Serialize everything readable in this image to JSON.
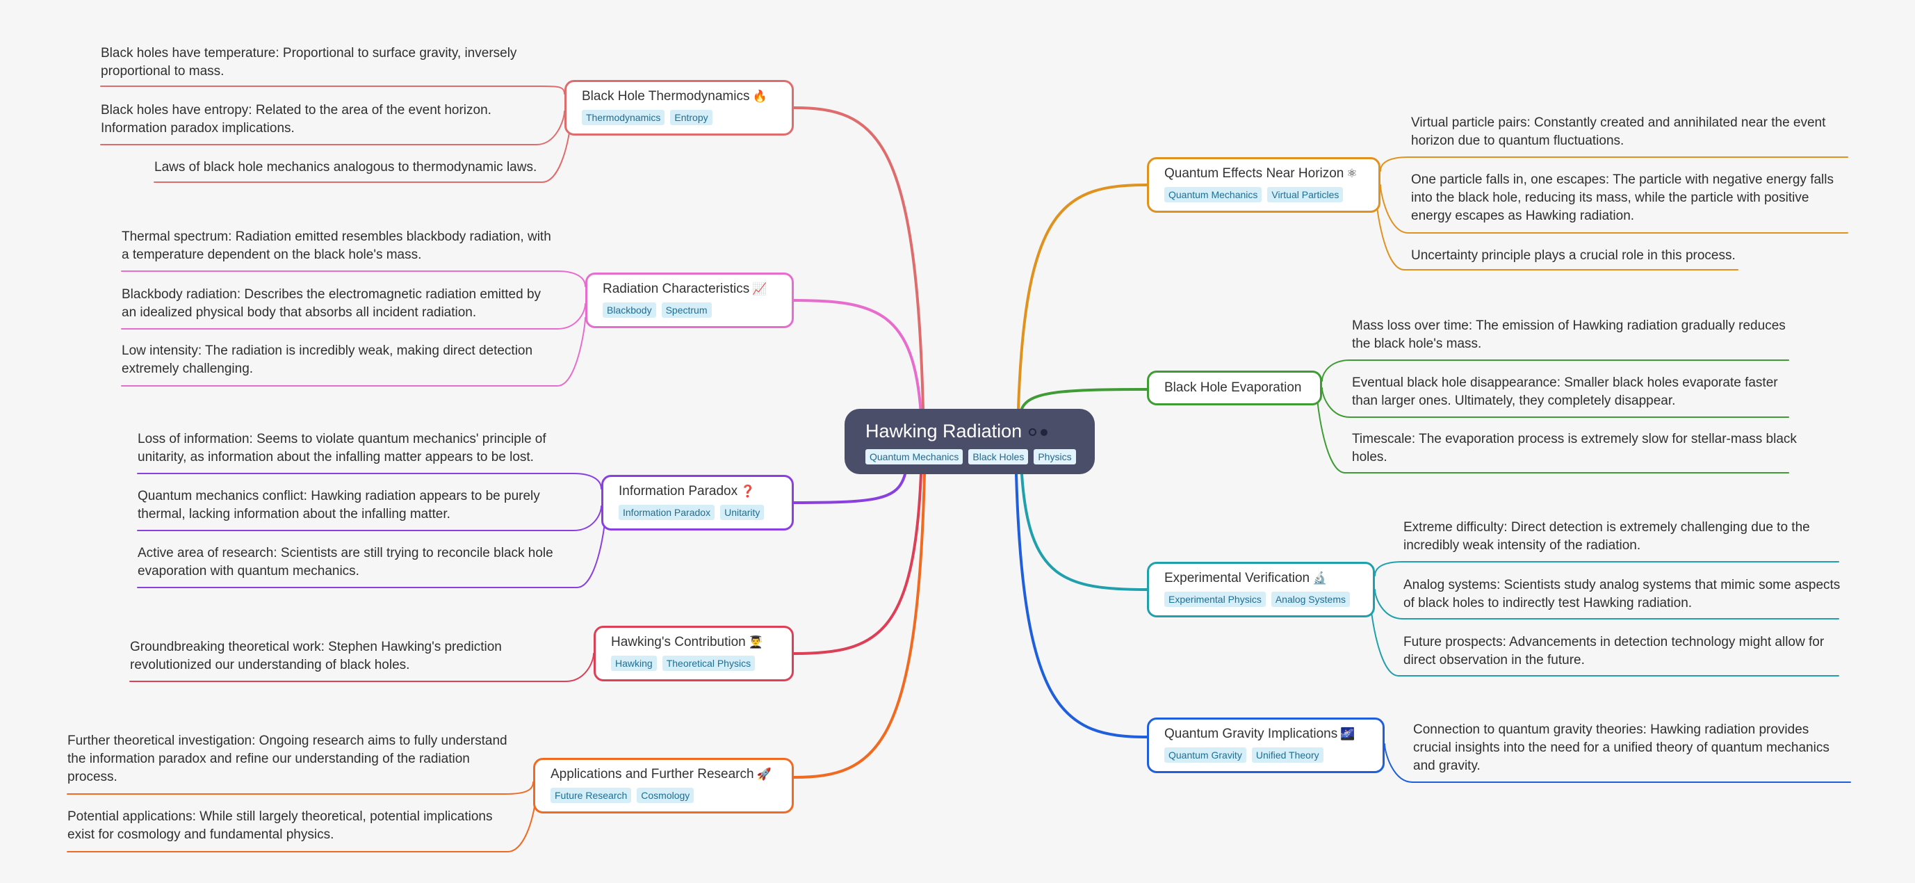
{
  "root": {
    "title": "Hawking Radiation",
    "tags": [
      "Quantum Mechanics",
      "Black Holes",
      "Physics"
    ],
    "color": "#4a4e69"
  },
  "branches": [
    {
      "id": "thermo",
      "title": "Black Hole Thermodynamics",
      "emoji": "🔥",
      "color": "#df6c6c",
      "tags": [
        "Thermodynamics",
        "Entropy"
      ],
      "leaves": [
        "Black holes have temperature:  Proportional to surface gravity, inversely proportional to mass.",
        "Black holes have entropy: Related to the area of the event horizon. Information paradox implications.",
        "Laws of black hole mechanics analogous to thermodynamic laws."
      ]
    },
    {
      "id": "radiation",
      "title": "Radiation Characteristics",
      "emoji": "📈",
      "color": "#e66dce",
      "tags": [
        "Blackbody",
        "Spectrum"
      ],
      "leaves": [
        "Thermal spectrum:  Radiation emitted resembles blackbody radiation, with a temperature dependent on the black hole's mass.",
        "Blackbody radiation:  Describes the electromagnetic radiation emitted by an idealized physical body that absorbs all incident radiation.",
        "Low intensity:  The radiation is incredibly weak, making direct detection extremely challenging."
      ]
    },
    {
      "id": "paradox",
      "title": "Information Paradox",
      "emoji": "❓",
      "color": "#8a3fe0",
      "tags": [
        "Information Paradox",
        "Unitarity"
      ],
      "leaves": [
        "Loss of information:  Seems to violate quantum mechanics' principle of unitarity, as information about the infalling matter appears to be lost.",
        "Quantum mechanics conflict:  Hawking radiation appears to be purely thermal, lacking information about the infalling matter.",
        "Active area of research:  Scientists are still trying to reconcile black hole evaporation with quantum mechanics."
      ]
    },
    {
      "id": "contribution",
      "title": "Hawking's Contribution",
      "emoji": "👨‍🎓",
      "color": "#dc3f56",
      "tags": [
        "Hawking",
        "Theoretical Physics"
      ],
      "leaves": [
        "Groundbreaking theoretical work:  Stephen Hawking's prediction revolutionized our understanding of black holes."
      ]
    },
    {
      "id": "applications",
      "title": "Applications and Further Research",
      "emoji": "🚀",
      "color": "#f06a22",
      "tags": [
        "Future Research",
        "Cosmology"
      ],
      "leaves": [
        "Further theoretical investigation:  Ongoing research aims to fully understand the information paradox and refine our understanding of the radiation process.",
        "Potential applications:  While still largely theoretical, potential implications exist for cosmology and fundamental physics."
      ]
    },
    {
      "id": "quantum",
      "title": "Quantum Effects Near Horizon",
      "emoji": "⚛",
      "color": "#e0921f",
      "tags": [
        "Quantum Mechanics",
        "Virtual Particles"
      ],
      "leaves": [
        "Virtual particle pairs: Constantly created and annihilated near the event horizon due to quantum fluctuations.",
        "One particle falls in, one escapes:  The particle with negative energy falls into the black hole, reducing its mass, while the particle with positive energy escapes as Hawking radiation.",
        "Uncertainty principle plays a crucial role in this process."
      ]
    },
    {
      "id": "evaporation",
      "title": "Black Hole Evaporation",
      "emoji": "",
      "color": "#3f9c35",
      "tags": [],
      "leaves": [
        "Mass loss over time:  The emission of Hawking radiation gradually reduces the black hole's mass.",
        "Eventual black hole disappearance:  Smaller black holes evaporate faster than larger ones.  Ultimately, they completely disappear.",
        "Timescale: The evaporation process is extremely slow for stellar-mass black holes."
      ]
    },
    {
      "id": "verification",
      "title": "Experimental Verification",
      "emoji": "🔬",
      "color": "#20a0ad",
      "tags": [
        "Experimental Physics",
        "Analog Systems"
      ],
      "leaves": [
        "Extreme difficulty:  Direct detection is extremely challenging due to the incredibly weak intensity of the radiation.",
        "Analog systems:  Scientists study analog systems that mimic some aspects of black holes to indirectly test Hawking radiation.",
        "Future prospects:  Advancements in detection technology might allow for direct observation in the future."
      ]
    },
    {
      "id": "gravity",
      "title": "Quantum Gravity Implications",
      "emoji": "🌌",
      "color": "#1f5fdc",
      "tags": [
        "Quantum Gravity",
        "Unified Theory"
      ],
      "leaves": [
        "Connection to quantum gravity theories:  Hawking radiation provides crucial insights into the need for a unified theory of quantum mechanics and gravity."
      ]
    }
  ]
}
